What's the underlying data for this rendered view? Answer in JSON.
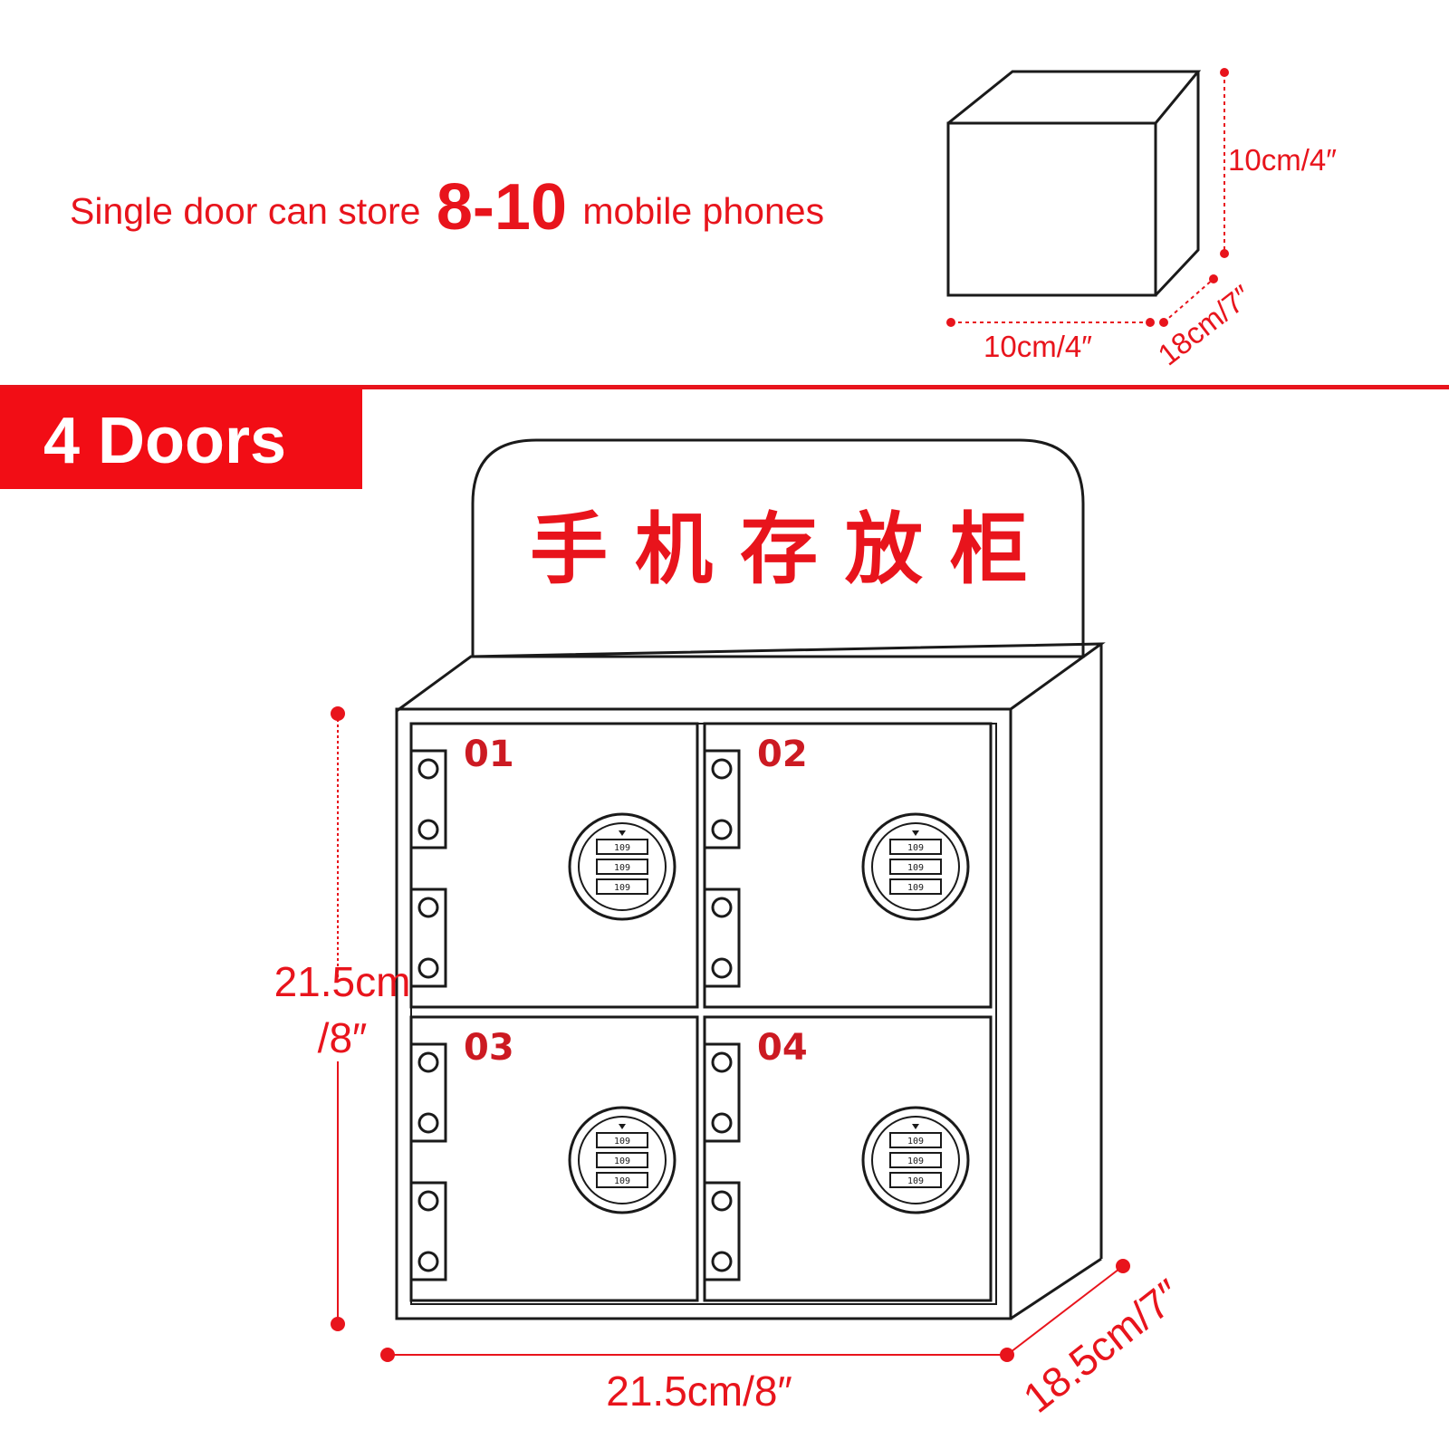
{
  "headline": {
    "prefix": "Single door can store",
    "highlight": "8-10",
    "suffix": "mobile phones"
  },
  "compartment_dimensions": {
    "height": "10cm/4″",
    "width": "10cm/4″",
    "depth": "18cm/7″"
  },
  "banner": {
    "label": "4 Doors"
  },
  "cabinet": {
    "sign_text": "手 机 存 放 柜",
    "doors": [
      "01",
      "02",
      "03",
      "04"
    ],
    "dial_digits": "109"
  },
  "cabinet_dimensions": {
    "height_line1": "21.5cm",
    "height_line2": "/8″",
    "width": "21.5cm/8″",
    "depth": "18.5cm/7″"
  },
  "colors": {
    "accent": "#e8141c",
    "line": "#1a1a1a",
    "background": "#ffffff"
  }
}
